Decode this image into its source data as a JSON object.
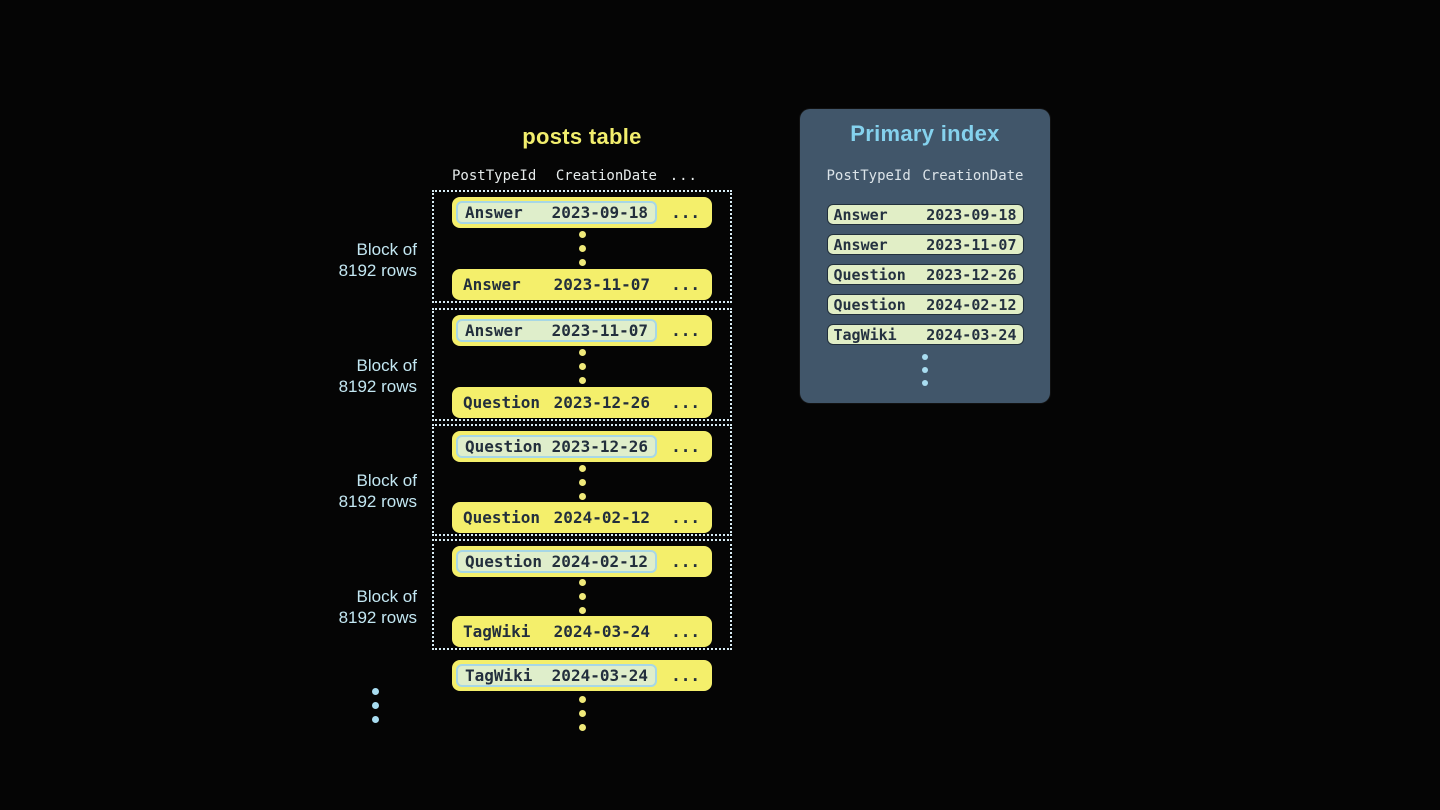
{
  "posts_table": {
    "title": "posts table",
    "columns": [
      "PostTypeId",
      "CreationDate",
      "..."
    ],
    "ellipsis": "...",
    "blocks": [
      {
        "label1": "Block of",
        "label2": "8192 rows",
        "first_row": {
          "type": "Answer",
          "date": "2023-09-18"
        },
        "last_row": {
          "type": "Answer",
          "date": "2023-11-07"
        }
      },
      {
        "label1": "Block of",
        "label2": "8192 rows",
        "first_row": {
          "type": "Answer",
          "date": "2023-11-07"
        },
        "last_row": {
          "type": "Question",
          "date": "2023-12-26"
        }
      },
      {
        "label1": "Block of",
        "label2": "8192 rows",
        "first_row": {
          "type": "Question",
          "date": "2023-12-26"
        },
        "last_row": {
          "type": "Question",
          "date": "2024-02-12"
        }
      },
      {
        "label1": "Block of",
        "label2": "8192 rows",
        "first_row": {
          "type": "Question",
          "date": "2024-02-12"
        },
        "last_row": {
          "type": "TagWiki",
          "date": "2024-03-24"
        }
      }
    ],
    "trailing_row": {
      "type": "TagWiki",
      "date": "2024-03-24"
    }
  },
  "primary_index": {
    "title": "Primary index",
    "columns": [
      "PostTypeId",
      "CreationDate"
    ],
    "rows": [
      {
        "type": "Answer",
        "date": "2023-09-18"
      },
      {
        "type": "Answer",
        "date": "2023-11-07"
      },
      {
        "type": "Question",
        "date": "2023-12-26"
      },
      {
        "type": "Question",
        "date": "2024-02-12"
      },
      {
        "type": "TagWiki",
        "date": "2024-03-24"
      }
    ]
  },
  "colors": {
    "background": "#050505",
    "row_yellow": "#f4ef6b",
    "row_text_navy": "#232f3d",
    "highlight_cell_bg": "#dfeecb",
    "highlight_cell_border": "#a7d7e6",
    "block_dotted_border": "#d7ebf3",
    "block_label_blue": "#c3e7f2",
    "posts_title_yellow": "#f2ee6d",
    "panel_bg": "#41566a",
    "panel_title_blue": "#85d2ee",
    "index_row_bg": "#e1eec6",
    "index_row_border": "#22303c",
    "header_text": "#e6ebeb",
    "yellow_dot": "#efe979",
    "blue_dot": "#a9ddf1"
  }
}
